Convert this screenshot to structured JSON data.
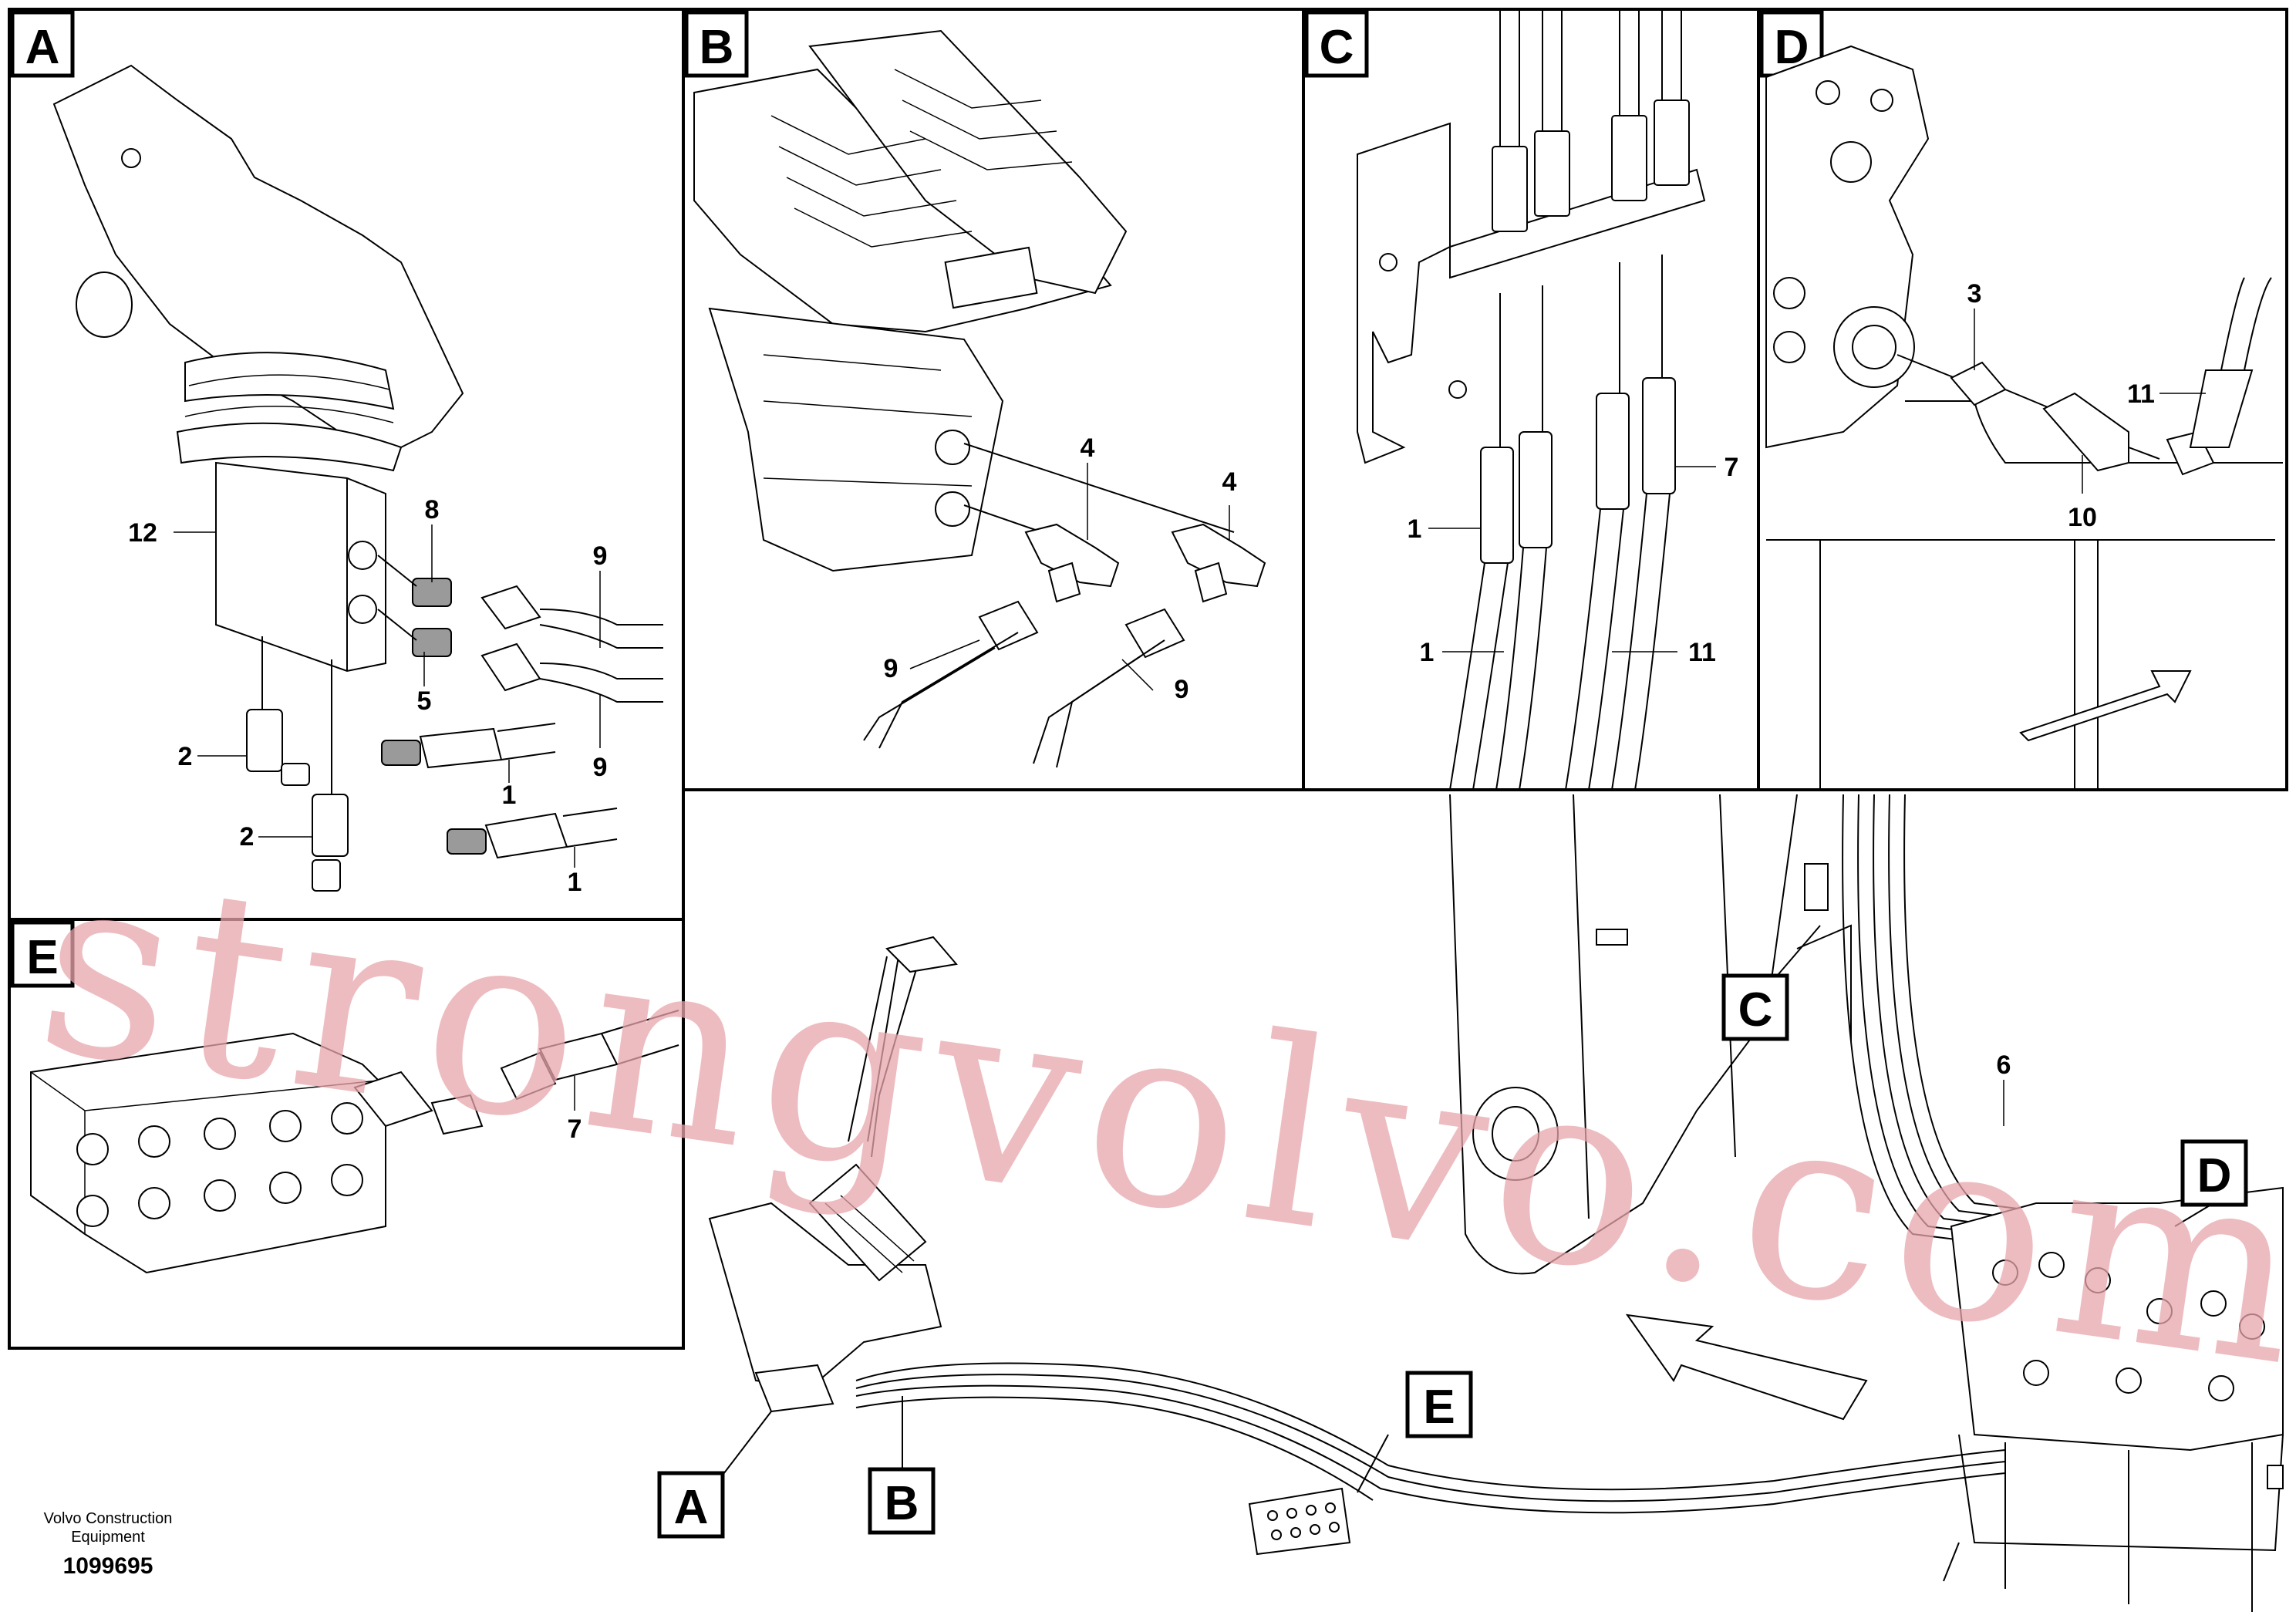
{
  "panels": {
    "A": {
      "letter": "A",
      "callouts": [
        "12",
        "8",
        "9",
        "5",
        "9",
        "2",
        "1",
        "2",
        "1"
      ]
    },
    "B": {
      "letter": "B",
      "callouts": [
        "4",
        "4",
        "9",
        "9"
      ]
    },
    "C": {
      "letter": "C",
      "callouts": [
        "7",
        "1",
        "1",
        "11"
      ]
    },
    "D": {
      "letter": "D",
      "callouts": [
        "3",
        "11",
        "10"
      ]
    },
    "E": {
      "letter": "E",
      "callouts": [
        "7"
      ]
    }
  },
  "overview": {
    "labels": [
      "C",
      "D",
      "A",
      "B",
      "E"
    ],
    "callout_6": "6"
  },
  "footer": {
    "company_line1": "Volvo Construction",
    "company_line2": "Equipment",
    "drawing_number": "1099695"
  },
  "watermark": "strongvolvo.com"
}
